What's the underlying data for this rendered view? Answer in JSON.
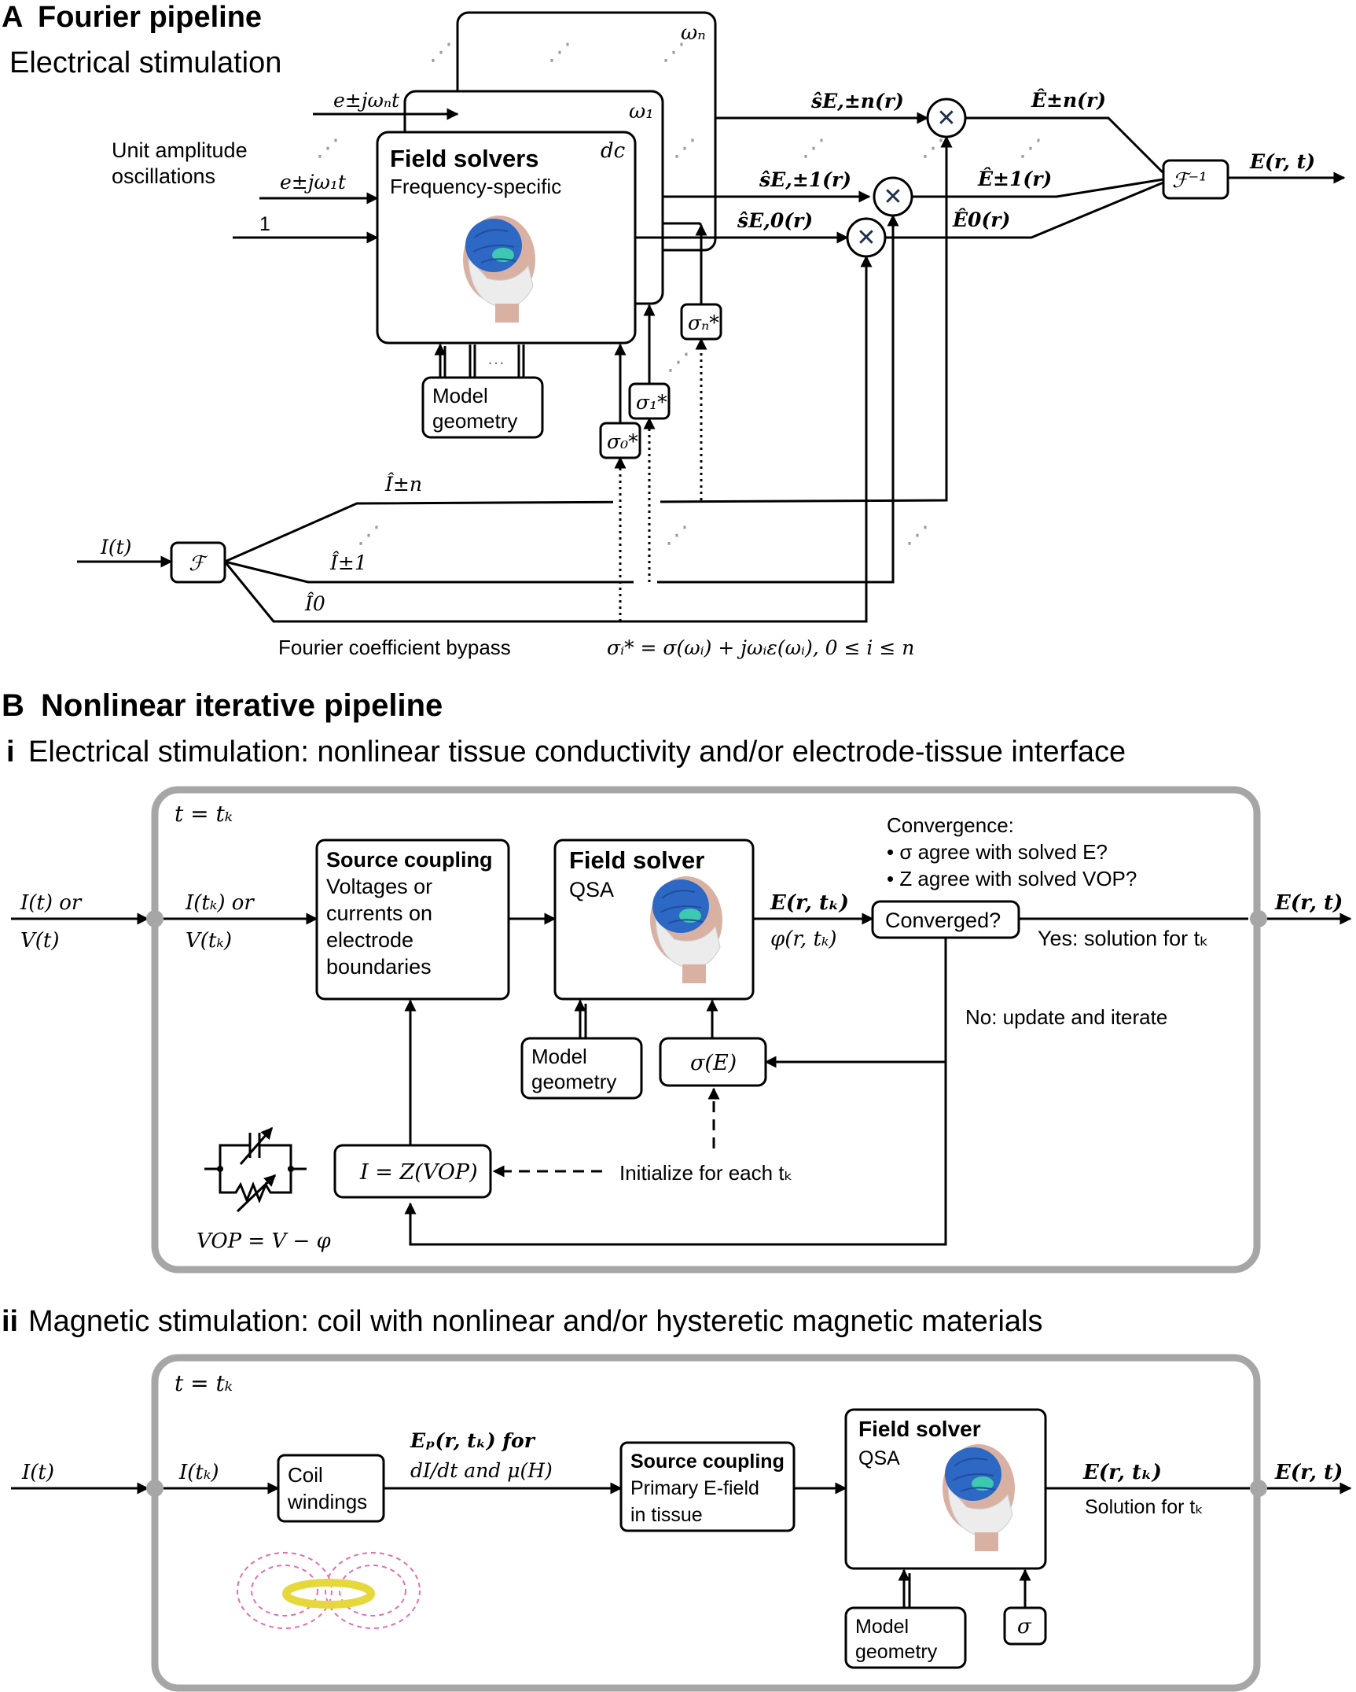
{
  "colors": {
    "frame": "#a6a6a6",
    "brain": "#2d68c4",
    "skin": "#d9b1a3",
    "skull": "#ececec",
    "coil": "#e6d83a",
    "field_lines": "#e06fb3"
  },
  "icons": [
    "multiply-icon",
    "fourier-transform-icon",
    "inverse-fourier-icon",
    "head-model-icon",
    "circuit-symbol-icon",
    "coil-field-icon"
  ],
  "panelA": {
    "letter": "A",
    "title": "Fourier pipeline",
    "subtitle": "Electrical stimulation",
    "input_label": "Unit amplitude\noscillations",
    "in_omega_n": "e±jωₙt",
    "in_omega_1": "e±jω₁t",
    "in_dc": "1",
    "box_title": "Field solvers",
    "box_subtitle": "Frequency-specific",
    "tag_dc": "dc",
    "tag_w1": "ω₁",
    "tag_wn": "ωₙ",
    "model_geometry": "Model\ngeometry",
    "sigma0": "σ₀*",
    "sigma1": "σ₁*",
    "sigman": "σₙ*",
    "s_n": "ŝE,±n(r)",
    "s_1": "ŝE,±1(r)",
    "s_0": "ŝE,0(r)",
    "E_n": "Ê±n(r)",
    "E_1": "Ê±1(r)",
    "E_0": "Ê0(r)",
    "inverse_transform": "ℱ⁻¹",
    "output": "E(r, t)",
    "input_I": "I(t)",
    "transform": "ℱ",
    "I_n": "Î±n",
    "I_1": "Î±1",
    "I_0": "Î0",
    "bypass": "Fourier coefficient bypass",
    "sigma_def": "σᵢ* = σ(ωᵢ) + jωᵢε(ωᵢ), 0 ≤ i ≤ n"
  },
  "panelB": {
    "letter": "B",
    "title": "Nonlinear iterative pipeline",
    "sub_i_label": "i",
    "sub_i_title": "Electrical stimulation: nonlinear tissue conductivity and/or electrode-tissue interface",
    "time_i": "t = tₖ",
    "in_1": "I(t) or",
    "in_2": "V(t)",
    "ink_1": "I(tₖ) or",
    "ink_2": "V(tₖ)",
    "source_title": "Source coupling",
    "source_body": "Voltages or\ncurrents on\nelectrode\nboundaries",
    "solver_title": "Field solver",
    "solver_sub": "QSA",
    "model_geometry": "Model\ngeometry",
    "sigmaE": "σ(E)",
    "impedance": "I = Z(VOP)",
    "init": "Initialize for each tₖ",
    "vop": "VOP = V − φ",
    "E_tk": "E(r, tₖ)",
    "phi_tk": "φ(r, tₖ)",
    "convergence": "Convergence:",
    "conv1": "• σ agree with solved E?",
    "conv2": "• Z agree with solved VOP?",
    "converged": "Converged?",
    "yes": "Yes: solution for tₖ",
    "no": "No: update and iterate",
    "output": "E(r, t)",
    "sub_ii_label": "ii",
    "sub_ii_title": "Magnetic stimulation: coil with nonlinear and/or hysteretic magnetic materials",
    "time_ii": "t = tₖ",
    "in_ii": "I(t)",
    "ink_ii": "I(tₖ)",
    "coil": "Coil\nwindings",
    "ep_1": "Eₚ(r, tₖ) for",
    "ep_2": "dI/dt and μ(H)",
    "source2_title": "Source coupling",
    "source2_body": "Primary E-field\nin tissue",
    "solver2_title": "Field solver",
    "solver2_sub": "QSA",
    "E2_tk": "E(r, tₖ)",
    "solution": "Solution for tₖ",
    "output2": "E(r, t)",
    "model_geometry2": "Model\ngeometry",
    "sigma2": "σ"
  }
}
